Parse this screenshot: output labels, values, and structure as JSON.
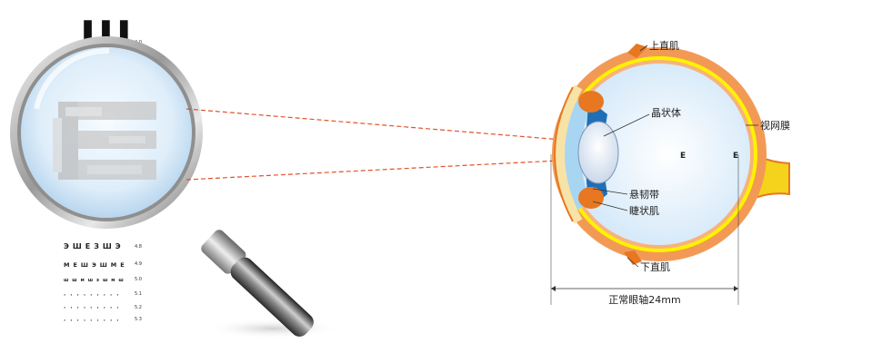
{
  "eye_chart": {
    "top_letter": "Ш",
    "top_acuity": "4.0",
    "rows": [
      {
        "symbols": "ЭШЕЗШЭ",
        "acuity": "4.8"
      },
      {
        "symbols": "МЕШЭШМЕ",
        "acuity": "4.9"
      },
      {
        "symbols": "шшмшэшмш",
        "acuity": "5.0"
      },
      {
        "symbols": "·········",
        "acuity": "5.1"
      },
      {
        "symbols": "·········",
        "acuity": "5.2"
      },
      {
        "symbols": "·········",
        "acuity": "5.3"
      }
    ]
  },
  "eye_labels": {
    "superior_rectus": "上直肌",
    "lens": "晶状体",
    "retina": "视网膜",
    "zonule": "悬韧带",
    "ciliary": "睫状肌",
    "inferior_rectus": "下直肌",
    "axis": "正常眼轴24mm"
  },
  "image_marker": "E",
  "colors": {
    "sclera": "#f29a55",
    "choroid": "#fff200",
    "vitreous": "#d6ecfb",
    "cornea": "#a8d5f2",
    "ciliary": "#e87722",
    "dashed_ray": "#e0522a",
    "optic_nerve": "#f5d21b"
  }
}
